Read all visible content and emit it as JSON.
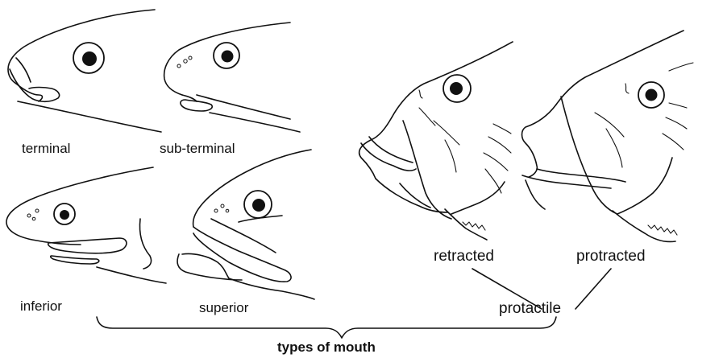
{
  "labels": {
    "terminal": "terminal",
    "sub_terminal": "sub-terminal",
    "inferior": "inferior",
    "superior": "superior",
    "retracted": "retracted",
    "protracted": "protracted",
    "protactile": "protactile",
    "types_of_mouth": "types of mouth"
  },
  "colors": {
    "ink": "#111111",
    "background": "#ffffff"
  }
}
